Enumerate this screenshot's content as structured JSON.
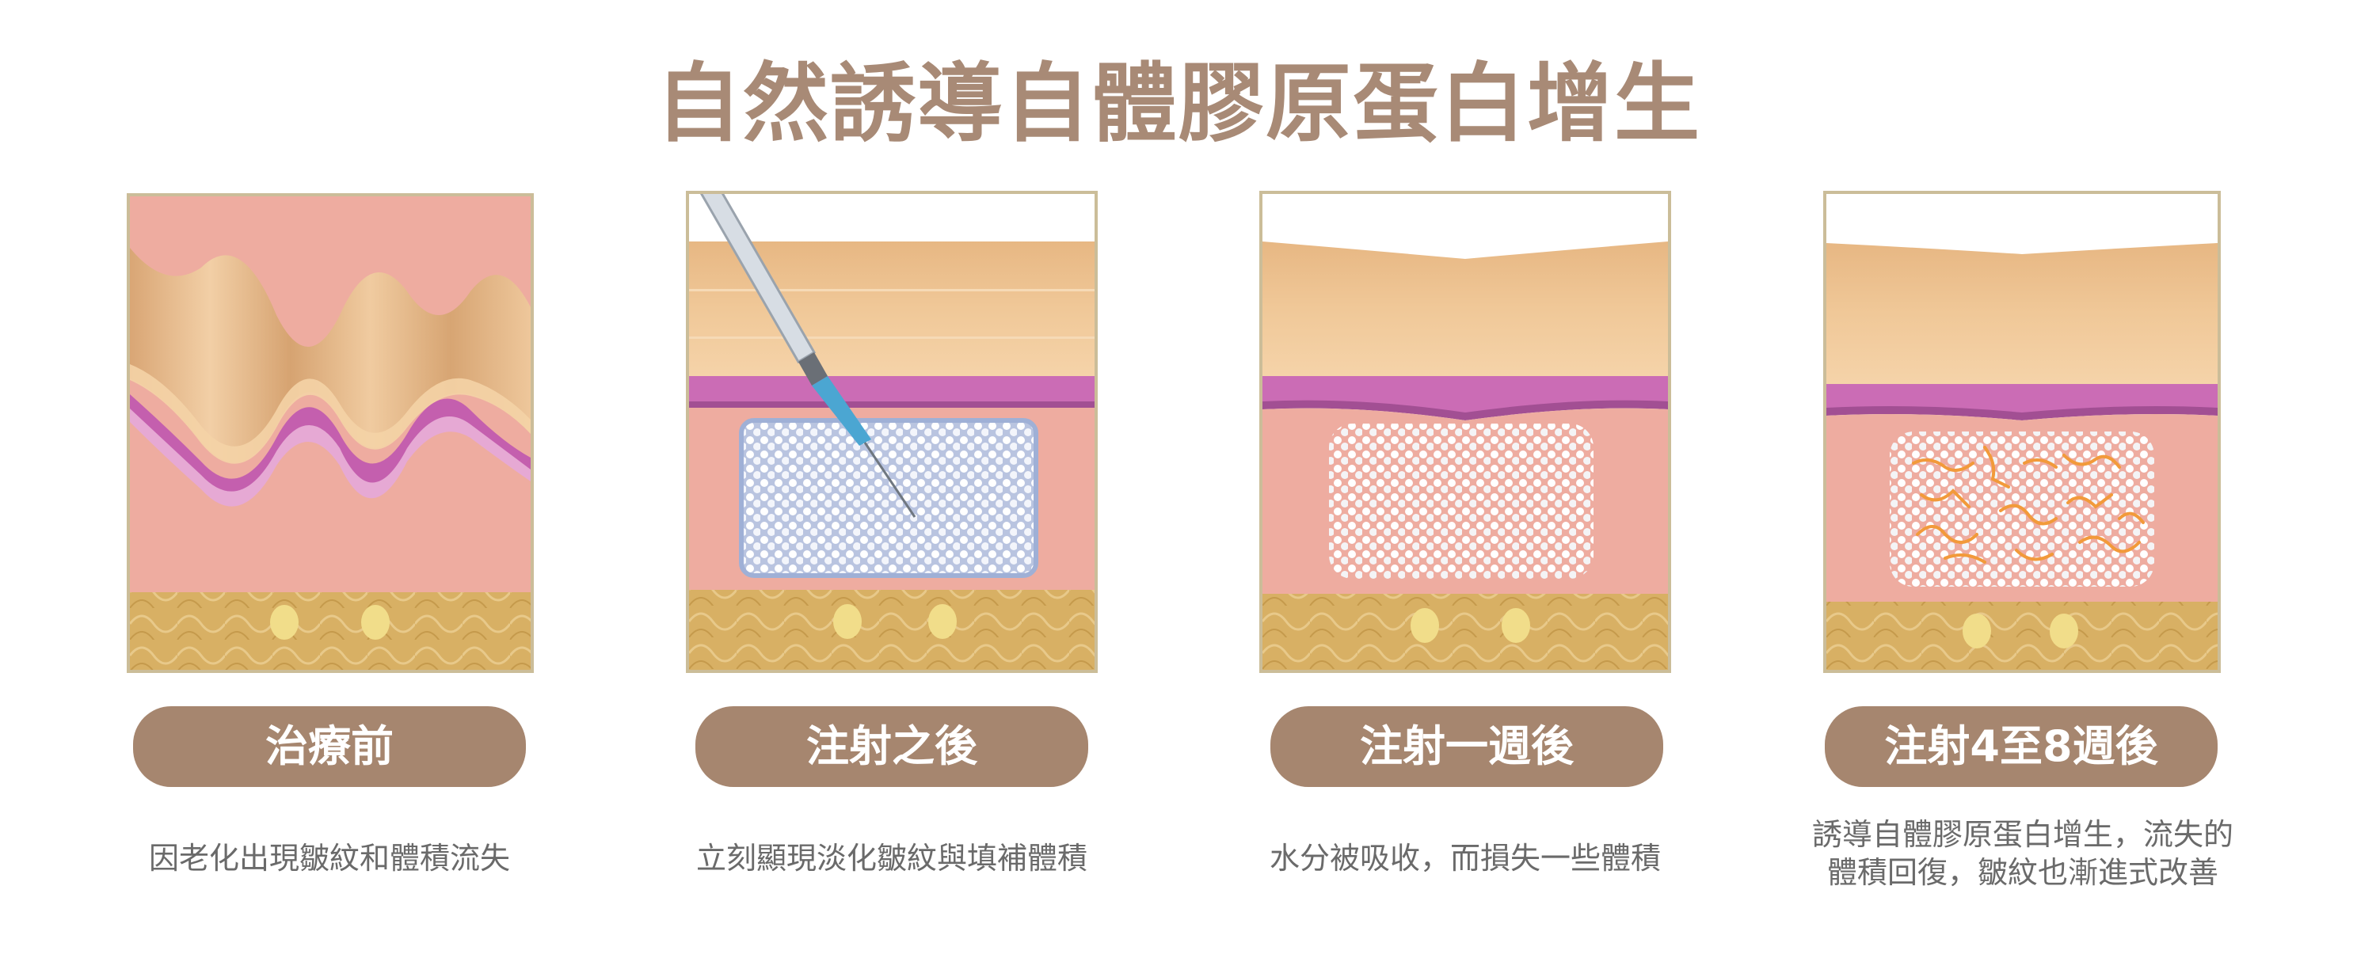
{
  "title": "自然誘導自體膠原蛋白增生",
  "stages": [
    {
      "label": "治療前",
      "caption": "因老化出現皺紋和體積流失"
    },
    {
      "label": "注射之後",
      "caption": "立刻顯現淡化皺紋與填補體積"
    },
    {
      "label": "注射一週後",
      "caption": "水分被吸收，而損失一些體積"
    },
    {
      "label": "注射4至8週後",
      "caption": "誘導自體膠原蛋白增生，流失的\n體積回復，皺紋也漸進式改善"
    }
  ],
  "colors": {
    "title": "#a88a76",
    "badge": "#a6866f",
    "skin_top": "#e9bd8c",
    "skin_pink": "#c56fb0",
    "dermis": "#eeaca0",
    "fat": "#dcb55f",
    "filler": "#aebcdc",
    "collagen": "#f29a3a"
  }
}
